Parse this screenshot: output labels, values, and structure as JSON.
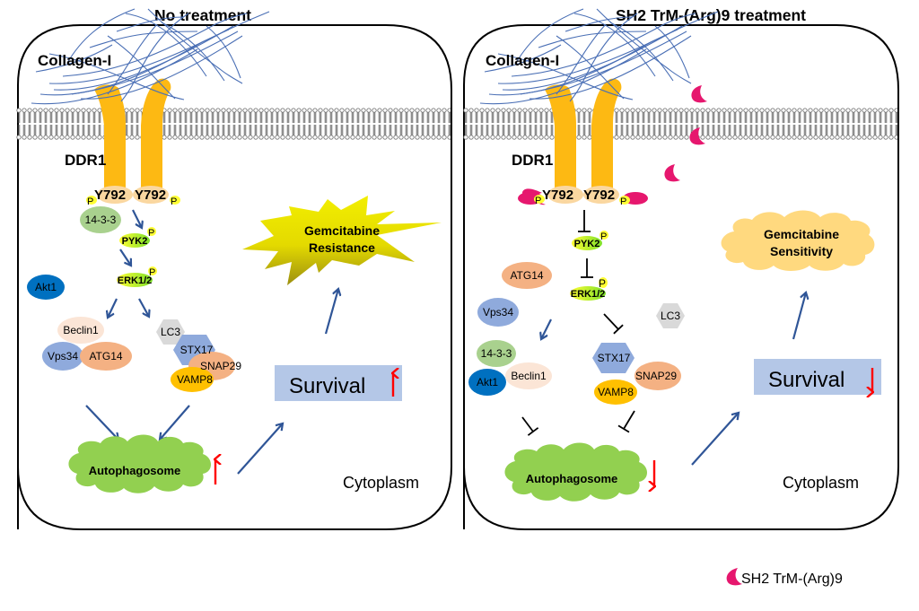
{
  "panels": [
    {
      "title": "No treatment",
      "collagen_label": "Collagen-I",
      "receptor_label": "DDR1",
      "phospho_site_left": "Y792",
      "phospho_site_right": "Y792",
      "phospho_mark": "P",
      "proteins": {
        "p1433": "14-3-3",
        "pyk2": "PYK2",
        "erk": "ERK1/2",
        "akt1": "Akt1",
        "beclin1": "Beclin1",
        "vps34": "Vps34",
        "atg14": "ATG14",
        "lc3": "LC3",
        "stx17": "STX17",
        "snap29": "SNAP29",
        "vamp8": "VAMP8"
      },
      "outcome_line1": "Gemcitabine",
      "outcome_line2": "Resistance",
      "survival_label": "Survival",
      "survival_direction": "up",
      "autophagosome_label": "Autophagosome",
      "autophagosome_direction": "up",
      "compartment_label": "Cytoplasm"
    },
    {
      "title": "SH2 TrM-(Arg)9 treatment",
      "collagen_label": "Collagen-I",
      "receptor_label": "DDR1",
      "phospho_site_left": "Y792",
      "phospho_site_right": "Y792",
      "phospho_mark": "P",
      "proteins": {
        "p1433": "14-3-3",
        "pyk2": "PYK2",
        "erk": "ERK1/2",
        "akt1": "Akt1",
        "beclin1": "Beclin1",
        "vps34": "Vps34",
        "atg14": "ATG14",
        "lc3": "LC3",
        "stx17": "STX17",
        "snap29": "SNAP29",
        "vamp8": "VAMP8"
      },
      "outcome_line1": "Gemcitabine",
      "outcome_line2": "Sensitivity",
      "survival_label": "Survival",
      "survival_direction": "down",
      "autophagosome_label": "Autophagosome",
      "autophagosome_direction": "down",
      "compartment_label": "Cytoplasm"
    }
  ],
  "legend": {
    "label": "SH2 TrM-(Arg)9",
    "icon": "crescent-peptide-icon"
  },
  "colors": {
    "receptor": "#FDB913",
    "collagen": "#4A6FB5",
    "arrow": "#2F5597",
    "up_down_arrow": "#FF0000",
    "peptide": "#E6176E",
    "autophagosome": "#92D050",
    "survival_box": "#B4C7E7",
    "resistance_burst": "#E8E000",
    "sensitivity_cloud": "#FFD97F"
  }
}
